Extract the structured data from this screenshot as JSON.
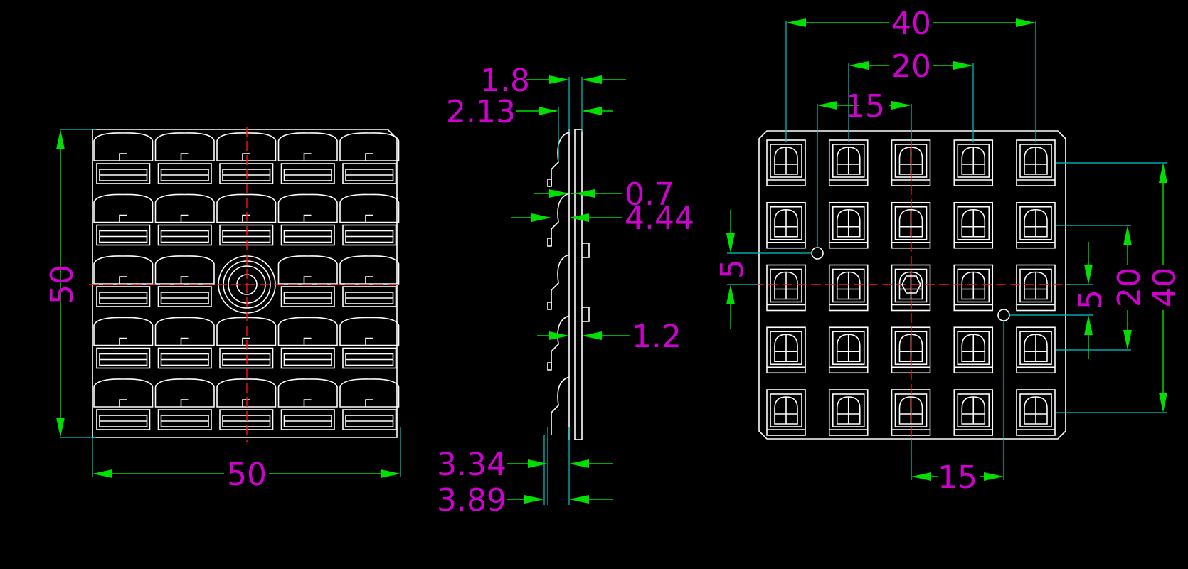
{
  "colors": {
    "background": "#000000",
    "outline": "#ffffff",
    "dimension_line": "#00e000",
    "extension_line": "#00c8c8",
    "dimension_text": "#d000d0",
    "center_line": "#ff1010"
  },
  "front_view": {
    "width_label": "50",
    "height_label": "50",
    "lens_grid": {
      "rows": 5,
      "cols": 5
    }
  },
  "side_view": {
    "labels": [
      "1.8",
      "2.13",
      "0.7",
      "4.44",
      "1.2",
      "3.34",
      "3.89"
    ]
  },
  "back_view": {
    "pitch_outer_label": "40",
    "pitch_inner_label": "20",
    "hole_offset_top_label": "15",
    "hole_offset_bottom_label": "15",
    "left_hole_vertical_label": "5",
    "right_hole_vertical_label": "5",
    "vertical_inner_label": "20",
    "vertical_outer_label": "40",
    "lens_grid": {
      "rows": 5,
      "cols": 5
    }
  }
}
